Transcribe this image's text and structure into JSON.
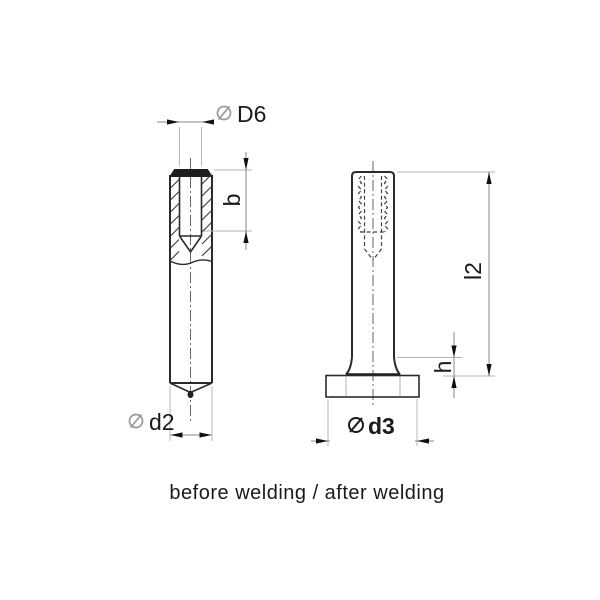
{
  "drawing": {
    "caption": "before welding / after welding",
    "views": {
      "before_welding": {
        "description": "threaded stud with internal thread, sectioned top, pointed ignition tip",
        "dimensions": {
          "thread_diameter_label": "D6",
          "thread_length_label": "b",
          "shank_diameter_label": "d2"
        }
      },
      "after_welding": {
        "description": "stud with hidden internal thread and flange foot",
        "dimensions": {
          "length_label": "l2",
          "flange_height_label": "h",
          "flange_diameter_label": "d3"
        }
      }
    },
    "symbols": {
      "diameter": "slashed-circle diameter symbol"
    },
    "colors": {
      "outline": "#2b2b2b",
      "dimension_line": "#9a9a9a",
      "arrow": "#111111",
      "text": "#1a1a1a",
      "background": "#ffffff"
    }
  }
}
